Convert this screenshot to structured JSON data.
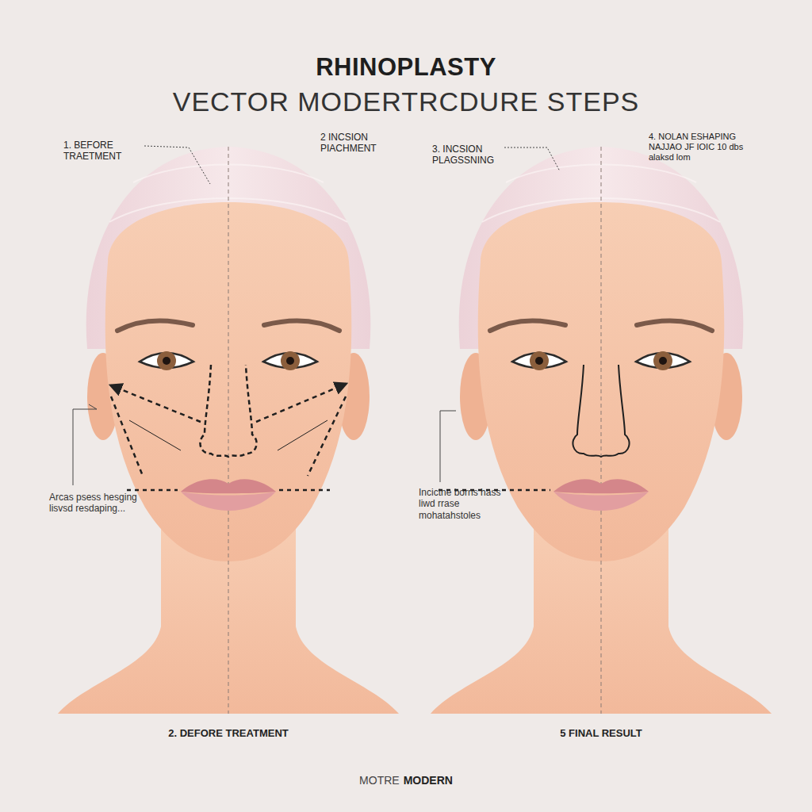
{
  "diagram": {
    "title": "RHINOPLASTY",
    "labels": [
      "VECTOR MODERTRCDURE STEPS",
      "1. BEFORE TRAETMENT",
      "2 INCSION PIACHMENT",
      "3. INCSION PLAGSSNING",
      "4. NOLAN ESHAPING NAJJAO JF IOIC 10 dbs alaksd lom",
      "Arcas psess hesging lisvsd resdaping...",
      "Incictne borns hass liwd rrase mohatahstoles",
      "2. DEFORE TREATMENT",
      "5 FINAL RESULT",
      "MOTRE",
      "MODERN"
    ]
  }
}
